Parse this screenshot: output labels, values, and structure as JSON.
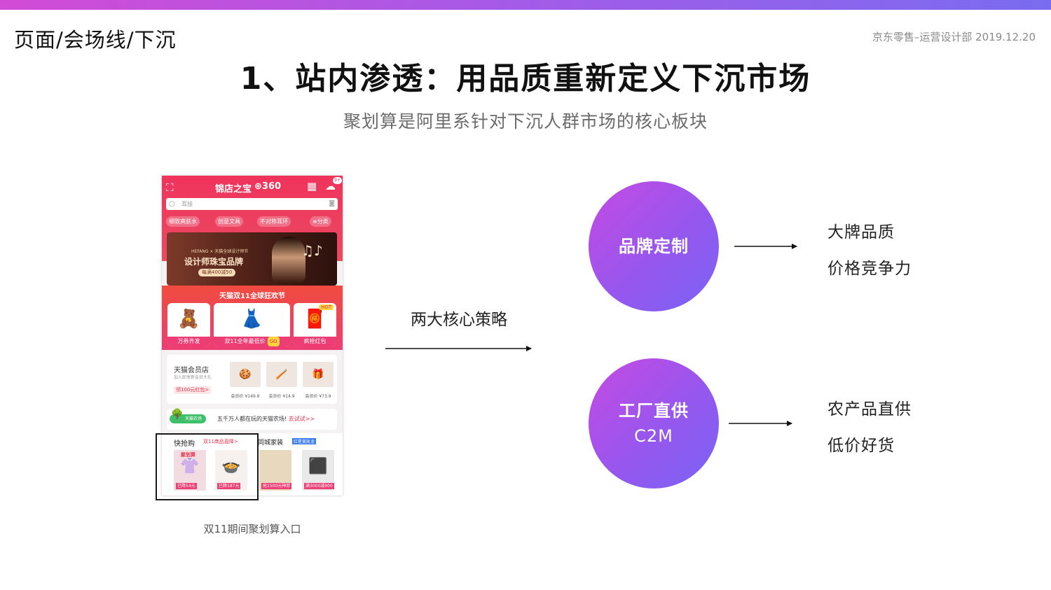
{
  "header": {
    "breadcrumb": "页面/会场线/下沉",
    "meta": "京东零售–运营设计部  2019.12.20"
  },
  "slide": {
    "title": "1、站内渗透：用品质重新定义下沉市场",
    "subtitle": "聚划算是阿里系针对下沉人群市场的核心板块"
  },
  "phone": {
    "logo_left": "锦店之宝",
    "logo_right": "360",
    "badge": "9+",
    "search_placeholder": "耳挂",
    "tags": [
      "细致爽肤水",
      "创意文具",
      "不对称耳环",
      "≡分类"
    ],
    "banner": {
      "brand": "HEFANG × 天猫全球设计师节",
      "title": "设计师珠宝品牌",
      "offer": "每满400减50"
    },
    "promo_title": "天猫双11全球狂欢节",
    "cards": [
      "万券齐发",
      "双11全年最低价",
      "疯抢红包"
    ],
    "go_label": "GO",
    "hot_label": "HOT",
    "member": {
      "title": "天猫会员店",
      "subtitle": "加入即享新会员大礼",
      "coupon": "领100元红包>",
      "prices": [
        "会员价 ¥149.9",
        "会员价 ¥14.9",
        "会员价 ¥73.9"
      ]
    },
    "farm": {
      "badge": "天猫农场",
      "text": "五千万人都在玩的天猫农场!",
      "cta": "去试试>>"
    },
    "quick_buy": {
      "title": "快抢购",
      "tag": "双11商品直降>",
      "juhuasuan": "聚划算",
      "items": [
        "已降54元",
        "已降187元"
      ]
    },
    "city_home": {
      "title": "同城家装",
      "tag": "红星美凯龙",
      "items": [
        "抢1500元神券",
        "满3000减900"
      ]
    }
  },
  "caption": "双11期间聚划算入口",
  "diagram": {
    "strategy_label": "两大核心策略",
    "brand": {
      "circle_label": "品牌定制",
      "points": [
        "大牌品质",
        "价格竞争力"
      ]
    },
    "factory": {
      "circle_label": "工厂直供",
      "circle_sub": "C2M",
      "points": [
        "农产品直供",
        "低价好货"
      ]
    }
  },
  "colors": {
    "accent_gradient_start": "#c54ae3",
    "accent_gradient_end": "#7a63f5",
    "phone_red": "#f0335c"
  }
}
